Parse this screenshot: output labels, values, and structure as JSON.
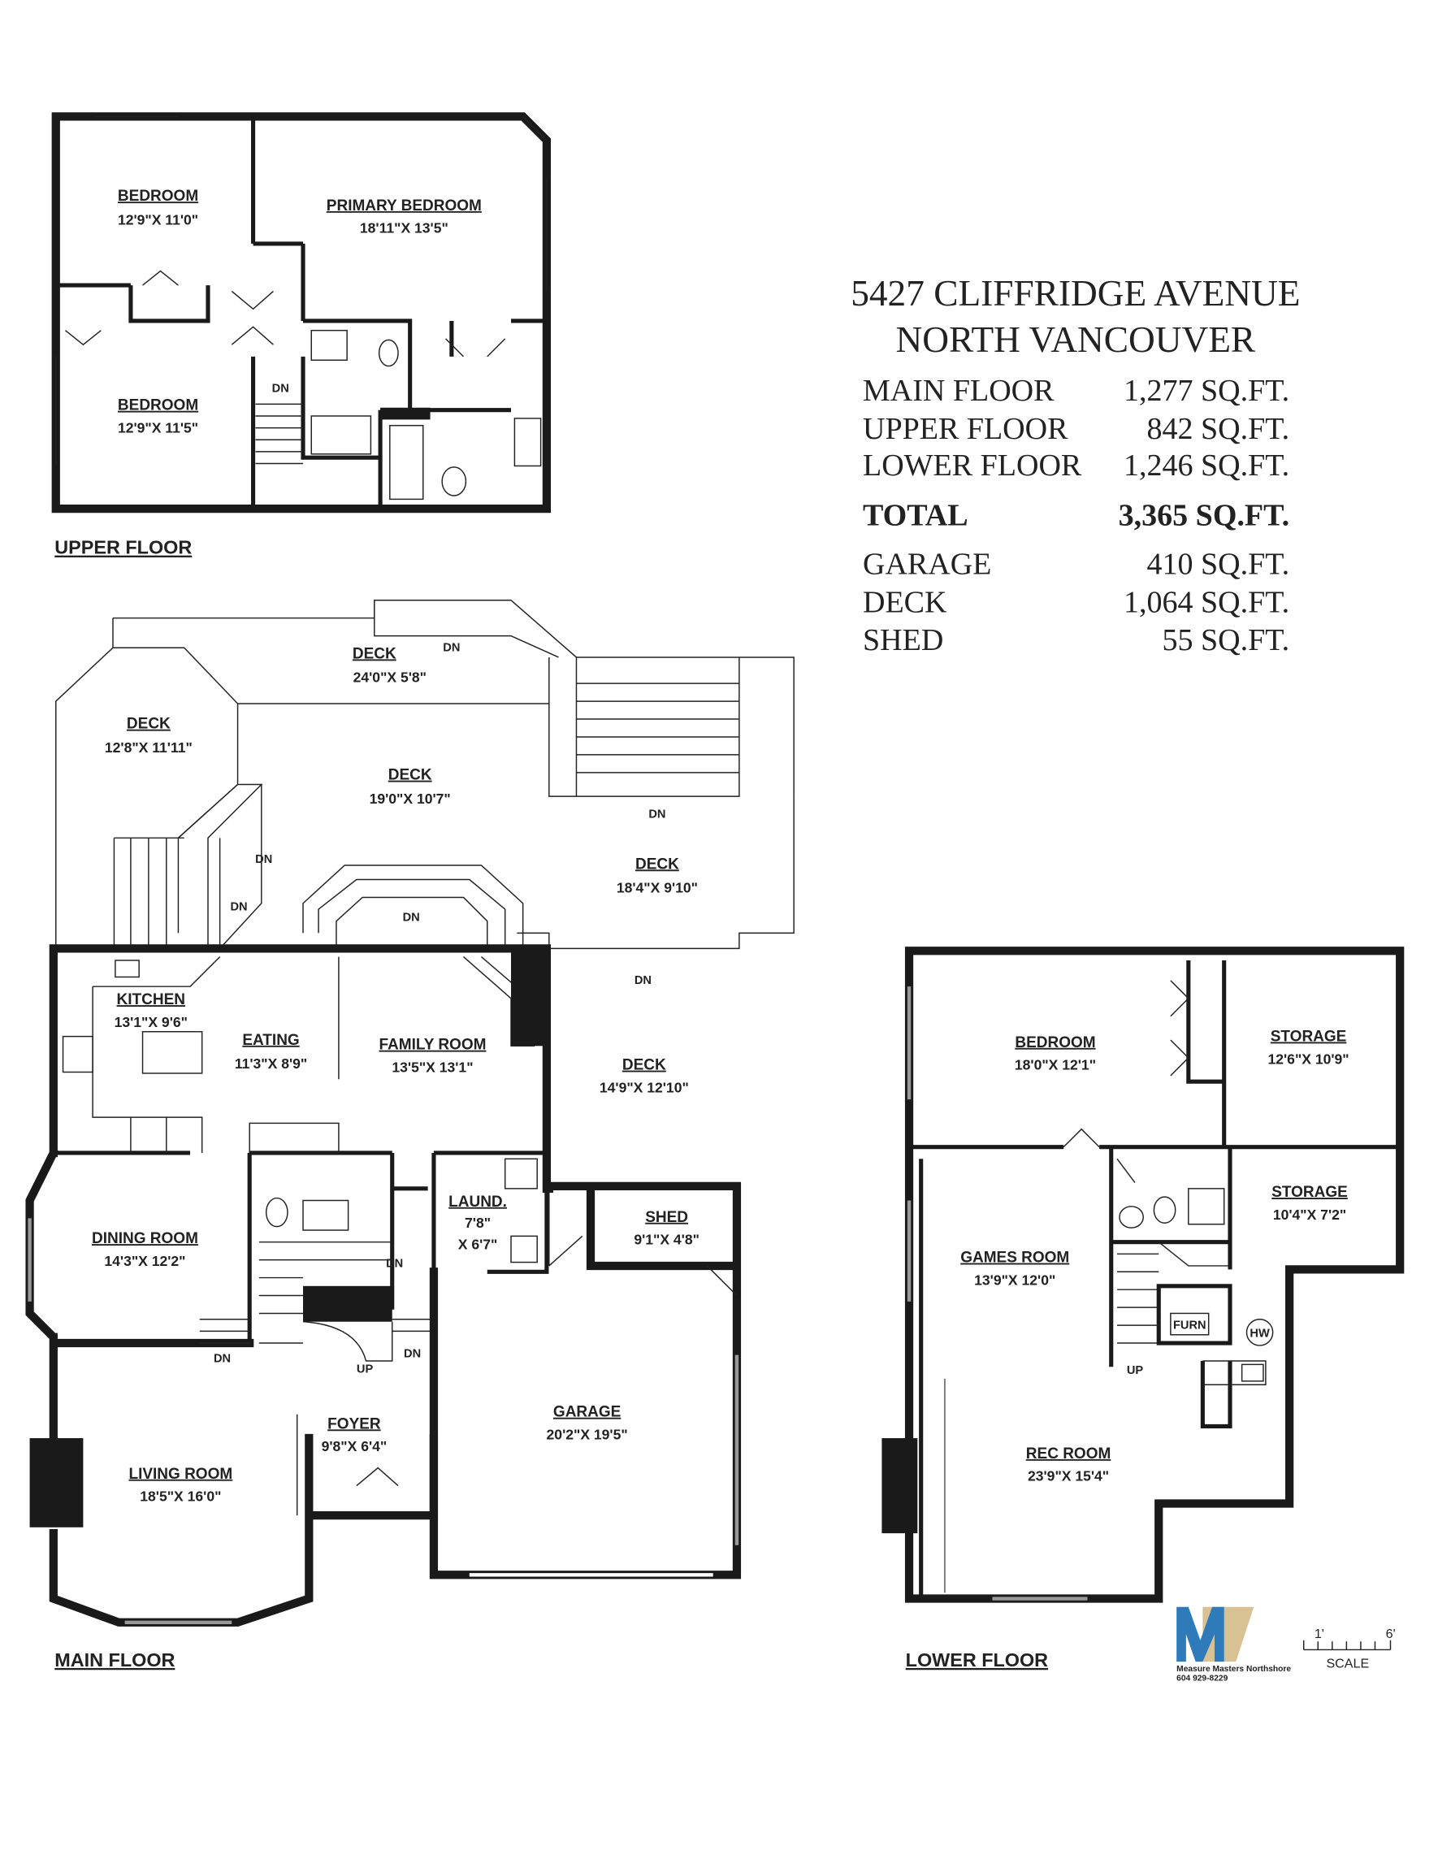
{
  "title": {
    "line1": "5427 CLIFFRIDGE AVENUE",
    "line2": "NORTH VANCOUVER"
  },
  "areas": [
    {
      "label": "MAIN FLOOR",
      "value": "1,277 SQ.FT."
    },
    {
      "label": "UPPER FLOOR",
      "value": "842 SQ.FT."
    },
    {
      "label": "LOWER FLOOR",
      "value": "1,246 SQ.FT."
    },
    {
      "label": "TOTAL",
      "value": "3,365 SQ.FT."
    },
    {
      "label": "GARAGE",
      "value": "410 SQ.FT."
    },
    {
      "label": "DECK",
      "value": "1,064 SQ.FT."
    },
    {
      "label": "SHED",
      "value": "55 SQ.FT."
    }
  ],
  "upper_floor": {
    "label": "UPPER FLOOR",
    "rooms": [
      {
        "name": "BEDROOM",
        "dims": "12'9\"X 11'0\""
      },
      {
        "name": "PRIMARY BEDROOM",
        "dims": "18'11\"X 13'5\""
      },
      {
        "name": "BEDROOM",
        "dims": "12'9\"X 11'5\""
      }
    ],
    "markers": [
      "DN"
    ]
  },
  "main_floor": {
    "label": "MAIN FLOOR",
    "rooms": [
      {
        "name": "DECK",
        "dims": "24'0\"X 5'8\""
      },
      {
        "name": "DECK",
        "dims": "12'8\"X 11'11\""
      },
      {
        "name": "DECK",
        "dims": "19'0\"X 10'7\""
      },
      {
        "name": "DECK",
        "dims": "18'4\"X 9'10\""
      },
      {
        "name": "KITCHEN",
        "dims": "13'1\"X 9'6\""
      },
      {
        "name": "EATING",
        "dims": "11'3\"X 8'9\""
      },
      {
        "name": "FAMILY ROOM",
        "dims": "13'5\"X 13'1\""
      },
      {
        "name": "DECK",
        "dims": "14'9\"X 12'10\""
      },
      {
        "name": "LAUND.",
        "dims": "7'8\"",
        "dims2": "X 6'7\""
      },
      {
        "name": "SHED",
        "dims": "9'1\"X 4'8\""
      },
      {
        "name": "DINING ROOM",
        "dims": "14'3\"X 12'2\""
      },
      {
        "name": "GARAGE",
        "dims": "20'2\"X 19'5\""
      },
      {
        "name": "FOYER",
        "dims": "9'8\"X 6'4\""
      },
      {
        "name": "LIVING ROOM",
        "dims": "18'5\"X 16'0\""
      }
    ],
    "markers": {
      "dn": "DN",
      "up": "UP"
    }
  },
  "lower_floor": {
    "label": "LOWER FLOOR",
    "rooms": [
      {
        "name": "BEDROOM",
        "dims": "18'0\"X 12'1\""
      },
      {
        "name": "STORAGE",
        "dims": "12'6\"X 10'9\""
      },
      {
        "name": "STORAGE",
        "dims": "10'4\"X 7'2\""
      },
      {
        "name": "GAMES ROOM",
        "dims": "13'9\"X 12'0\""
      },
      {
        "name": "REC ROOM",
        "dims": "23'9\"X 15'4\""
      }
    ],
    "fixtures": {
      "furnace": "FURN",
      "hot_water": "HW"
    },
    "markers": {
      "up": "UP"
    }
  },
  "logo": {
    "company": "Measure Masters Northshore",
    "phone": "604 929-8229",
    "colors": {
      "blue": "#2f7ab8",
      "tan": "#d8c193"
    }
  },
  "scale": {
    "start": "1'",
    "end": "6'",
    "label": "SCALE"
  }
}
